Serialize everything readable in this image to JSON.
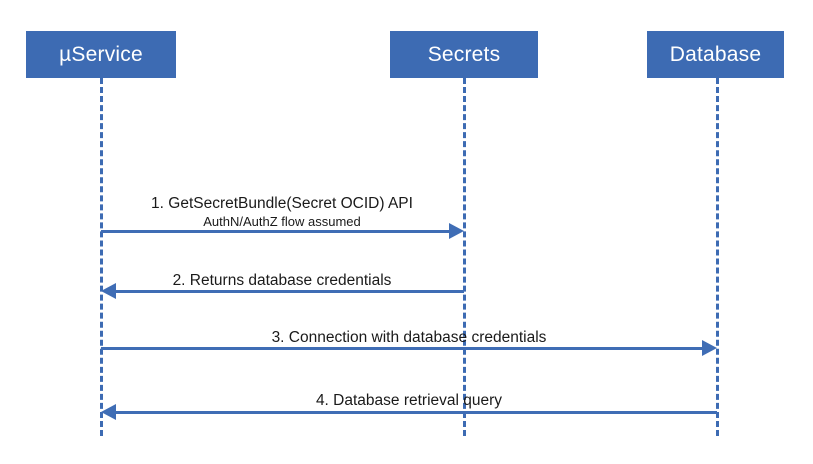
{
  "diagram": {
    "type": "sequence-diagram",
    "colors": {
      "participant_fill": "#3D6BB3",
      "participant_text": "#FFFFFF",
      "lifeline": "#3D6BB3",
      "arrow": "#3F6DB5",
      "label_text": "#1A1A1A",
      "background": "#FFFFFF"
    },
    "participants": [
      {
        "id": "service",
        "label": "µService"
      },
      {
        "id": "secrets",
        "label": "Secrets"
      },
      {
        "id": "database",
        "label": "Database"
      }
    ],
    "messages": [
      {
        "number": "1",
        "label": "1. GetSecretBundle(Secret OCID) API",
        "sublabel": "AuthN/AuthZ flow assumed",
        "from": "service",
        "to": "secrets",
        "direction": "right"
      },
      {
        "number": "2",
        "label": "2. Returns database credentials",
        "from": "secrets",
        "to": "service",
        "direction": "left"
      },
      {
        "number": "3",
        "label": "3. Connection with database credentials",
        "from": "service",
        "to": "database",
        "direction": "right"
      },
      {
        "number": "4",
        "label": "4. Database retrieval query",
        "from": "database",
        "to": "service",
        "direction": "left"
      }
    ]
  }
}
